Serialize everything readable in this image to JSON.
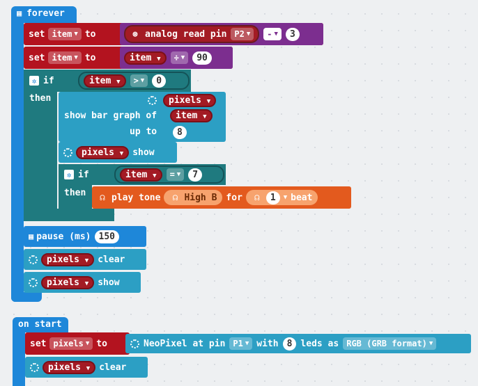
{
  "forever": {
    "label": "forever"
  },
  "set1": {
    "kw": "set",
    "var": "item",
    "to": "to",
    "fn": "analog read pin",
    "pin": "P2",
    "op": "-",
    "num": "3"
  },
  "set2": {
    "kw": "set",
    "var": "item",
    "to": "to",
    "item": "item",
    "op": "÷",
    "num": "90"
  },
  "if1": {
    "kw": "if",
    "then": "then",
    "item": "item",
    "op": ">",
    "num": "0"
  },
  "bar": {
    "pixels": "pixels",
    "label": "show bar graph of",
    "item": "item",
    "upto": "up to",
    "num": "8"
  },
  "show1": {
    "pixels": "pixels",
    "label": "show"
  },
  "if2": {
    "kw": "if",
    "then": "then",
    "item": "item",
    "op": "=",
    "num": "7"
  },
  "tone": {
    "label": "play tone",
    "note": "High B",
    "for": "for",
    "beat_num": "1",
    "beat": "beat"
  },
  "pause": {
    "label": "pause (ms)",
    "num": "150"
  },
  "clear1": {
    "pixels": "pixels",
    "label": "clear"
  },
  "show2": {
    "pixels": "pixels",
    "label": "show"
  },
  "onstart": {
    "label": "on start"
  },
  "set3": {
    "kw": "set",
    "var": "pixels",
    "to": "to",
    "fn": "NeoPixel at pin",
    "pin": "P1",
    "with": "with",
    "num": "8",
    "leds": "leds as",
    "format": "RGB (GRB format)"
  },
  "clear2": {
    "pixels": "pixels",
    "label": "clear"
  },
  "colors": {
    "basic": "#1e87d9",
    "variables": "#b3131f",
    "math": "#7c2e8f",
    "logic": "#1f7a7f",
    "neopixel": "#2c9fc4",
    "music": "#e35a1e"
  }
}
